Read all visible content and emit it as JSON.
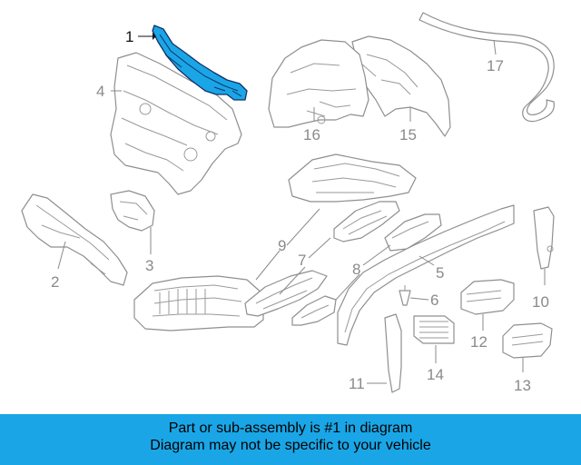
{
  "diagram": {
    "callouts": [
      "1",
      "2",
      "3",
      "4",
      "5",
      "6",
      "7",
      "8",
      "9",
      "10",
      "11",
      "12",
      "13",
      "14",
      "15",
      "16",
      "17"
    ],
    "highlight_callout": "1",
    "highlight_color": "#1aa6e6"
  },
  "banner": {
    "line1": "Part or sub-assembly is #1 in diagram",
    "line2": "Diagram may not be specific to your vehicle",
    "background": "#1aa6e6"
  }
}
